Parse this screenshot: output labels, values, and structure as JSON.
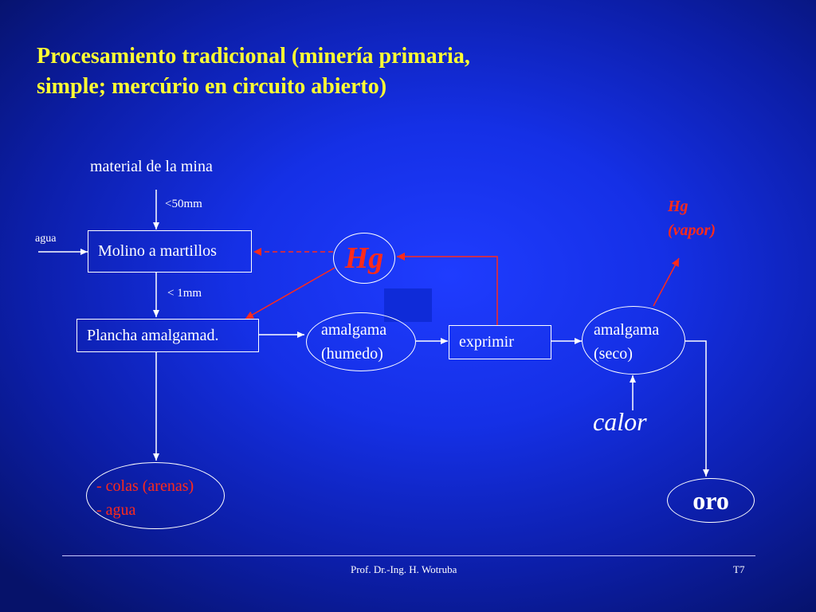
{
  "slide": {
    "title_line1": "Procesamiento tradicional (minería primaria,",
    "title_line2": "simple; mercúrio en circuito abierto)"
  },
  "flow": {
    "material": "material de la mina",
    "size_in": "<50mm",
    "agua_in": "agua",
    "molino": "Molino a martillos",
    "size_out": "< 1mm",
    "plancha": "Plancha amalgamad.",
    "hg": "Hg",
    "amalgama_humedo_line1": "amalgama",
    "amalgama_humedo_line2": "(humedo)",
    "exprimir": "exprimir",
    "amalgama_seco_line1": "amalgama",
    "amalgama_seco_line2": "(seco)",
    "hg_vapor_line1": "Hg",
    "hg_vapor_line2": "(vapor)",
    "calor": "calor",
    "colas_line1": "- colas (arenas)",
    "colas_line2": "- agua",
    "oro": "oro"
  },
  "footer": {
    "author": "Prof. Dr.-Ing. H. Wotruba",
    "slide_number": "T7"
  },
  "colors": {
    "title": "#ffff33",
    "mercury": "#ff2a1a",
    "line": "#ffffff"
  }
}
